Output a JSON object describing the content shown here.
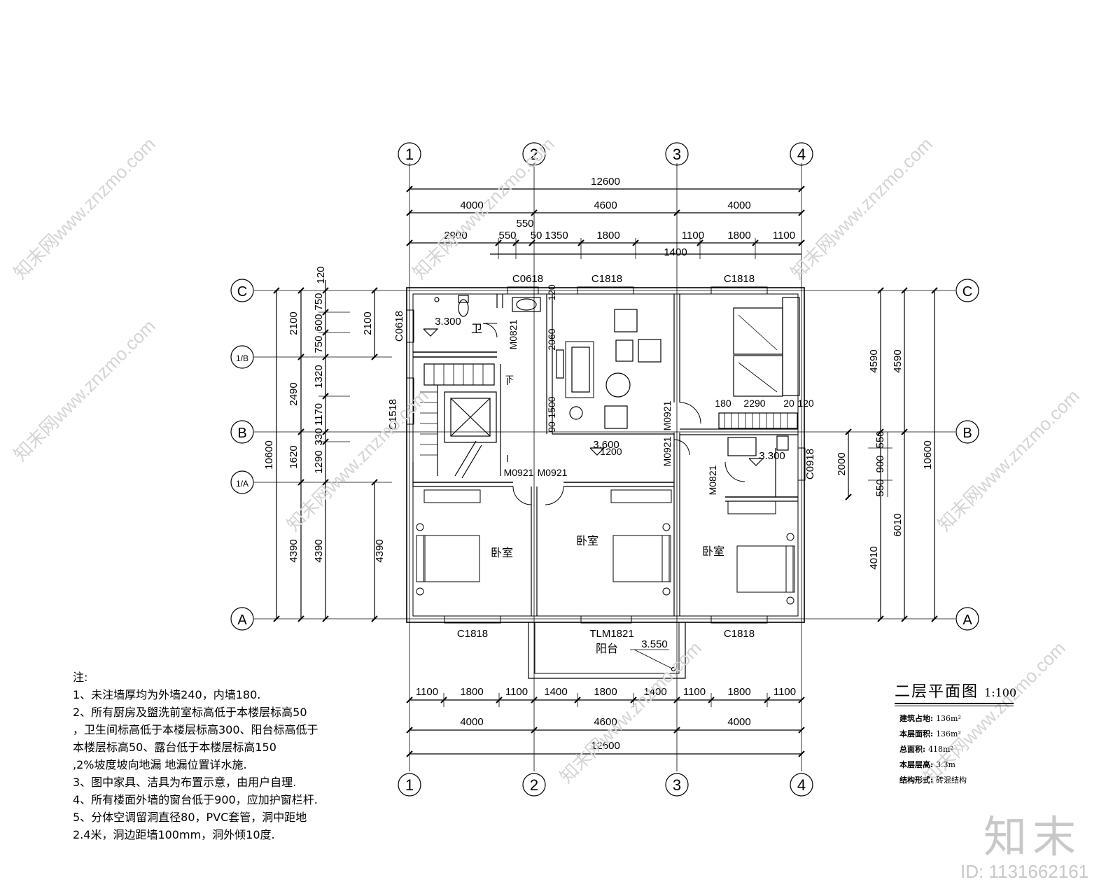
{
  "plan": {
    "title": "二层平面图",
    "scale": "1:100",
    "axes_vertical": [
      "1",
      "2",
      "3",
      "4"
    ],
    "axes_horizontal": [
      "C",
      "1/B",
      "B",
      "1/A",
      "A"
    ],
    "top_dims": {
      "total": "12600",
      "bays": [
        "4000",
        "4600",
        "4000"
      ],
      "detail": [
        "2900",
        "550",
        "50",
        "1350",
        "1800",
        "1100",
        "1800",
        "1100"
      ],
      "extra": [
        "550",
        "1400"
      ]
    },
    "bottom_dims": {
      "detail": [
        "1100",
        "1800",
        "1100",
        "1400",
        "1800",
        "1400",
        "1100",
        "1800",
        "1100"
      ],
      "bays": [
        "4000",
        "4600",
        "4000"
      ],
      "total": "12600"
    },
    "left_dims": {
      "total": "10600",
      "outer": [
        "2100",
        "2490",
        "1620",
        "4390"
      ],
      "inner": [
        "750",
        "600",
        "750",
        "1320",
        "1170",
        "330",
        "1290",
        "4390"
      ],
      "top": "120",
      "stair_side": [
        "2100",
        "4390"
      ]
    },
    "right_dims": {
      "total": "10600",
      "outer": [
        "4590",
        "6010"
      ],
      "inner": [
        "4590",
        "4010"
      ],
      "window": [
        "550",
        "900",
        "550"
      ],
      "window_total": "2000"
    },
    "openings": {
      "win_top": [
        "C0618",
        "C1818",
        "C1818"
      ],
      "win_side": [
        "C0618",
        "C1518",
        "C0918"
      ],
      "win_bottom": [
        "C1818",
        "C1818"
      ],
      "doors": [
        "M0821",
        "M0921",
        "M0921",
        "M0921",
        "M0921",
        "M0821"
      ],
      "balcony_door": "TLM1821"
    },
    "elevations": [
      "3.300",
      "3.600",
      "3.300",
      "3.550"
    ],
    "internal_dims": [
      "2060",
      "1500",
      "1200",
      "180",
      "2290",
      "20",
      "120",
      "90",
      "120"
    ],
    "rooms": {
      "bath": "卫",
      "bed1": "卧室",
      "bed2": "卧室",
      "bed3": "卧室",
      "balcony": "阳台",
      "down": "下"
    }
  },
  "notes": {
    "heading": "注:",
    "lines": [
      "1、未注墙厚均为外墙240，内墙180.",
      "2、所有厨房及盥洗前室标高低于本楼层标高50",
      "，卫生间标高低于本楼层标高300、阳台标高低于",
      "本楼层标高50、露台低于本楼层标高150",
      ",2%坡度坡向地漏 地漏位置详水施.",
      "3、图中家具、洁具为布置示意，由用户自理.",
      "4、所有楼面外墙的窗台低于900，应加护窗栏杆.",
      "5、分体空调留洞直径80，PVC套管，洞中距地",
      "2.4米，洞边距墙100mm，洞外倾10度."
    ]
  },
  "stats": [
    {
      "label": "建筑占地:",
      "value": "136m²"
    },
    {
      "label": "本层面积:",
      "value": "136m²"
    },
    {
      "label": "总面积:",
      "value": "418m²"
    },
    {
      "label": "本层层高:",
      "value": "3.3m"
    },
    {
      "label": "结构形式:",
      "value": "砖混结构"
    }
  ],
  "watermark": {
    "url": "知末网www.znzmo.com",
    "brand": "知末",
    "id": "ID: 1131662161"
  }
}
